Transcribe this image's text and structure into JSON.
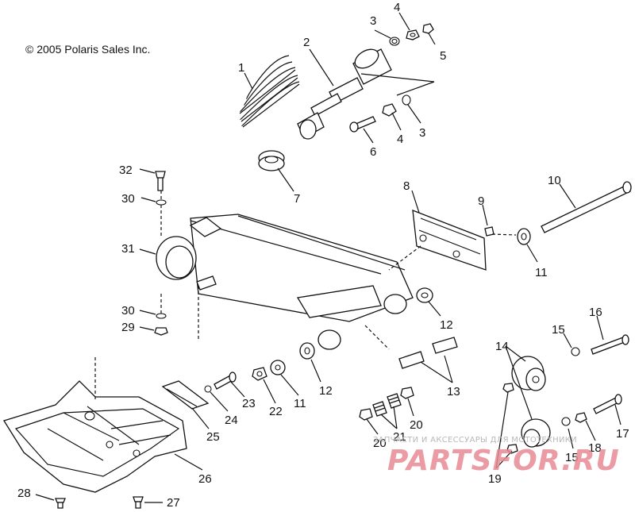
{
  "copyright": "© 2005 Polaris Sales Inc.",
  "watermark": {
    "line1": "ЗАПЧАСТИ И АКСЕССУАРЫ ДЛЯ МОТОТЕХНИКИ",
    "line2": "PARTSFOR.RU"
  },
  "callouts": [
    "1",
    "2",
    "3",
    "4",
    "5",
    "3",
    "4",
    "6",
    "7",
    "32",
    "30",
    "8",
    "9",
    "10",
    "31",
    "11",
    "30",
    "29",
    "12",
    "16",
    "15",
    "14",
    "12",
    "23",
    "22",
    "11",
    "13",
    "24",
    "25",
    "20",
    "20",
    "21",
    "17",
    "18",
    "15",
    "19",
    "26",
    "28",
    "27"
  ]
}
